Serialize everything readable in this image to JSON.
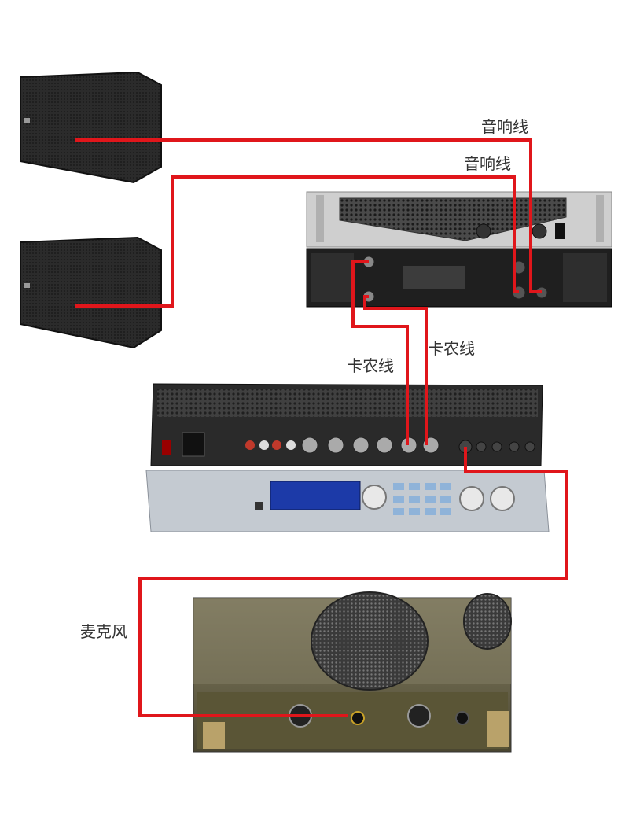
{
  "labels": {
    "speaker_cable_1": "音响线",
    "speaker_cable_2": "音响线",
    "xlr_cable_1": "卡农线",
    "xlr_cable_2": "卡农线",
    "microphone": "麦克风"
  },
  "colors": {
    "cable": "#e0161b",
    "speaker_body": "#2a2a2a",
    "amp_front": "#c9c9c9",
    "amp_back": "#1e1e1e",
    "processor_back": "#262626",
    "processor_front": "#bfc5cc",
    "display": "#1c3aa8",
    "receiver": "#6f6a3c"
  }
}
